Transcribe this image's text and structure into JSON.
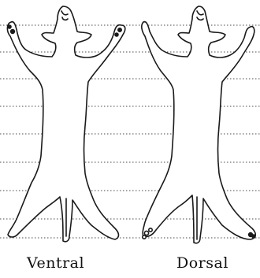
{
  "labels": {
    "ventral": "Ventral",
    "dorsal": "Dorsal"
  },
  "colors": {
    "outline": "#1a1a1a",
    "ruled_lines": "#4a4a4a",
    "background": "#ffffff"
  },
  "ruled_lines": {
    "style": "dotted",
    "count": 9
  }
}
